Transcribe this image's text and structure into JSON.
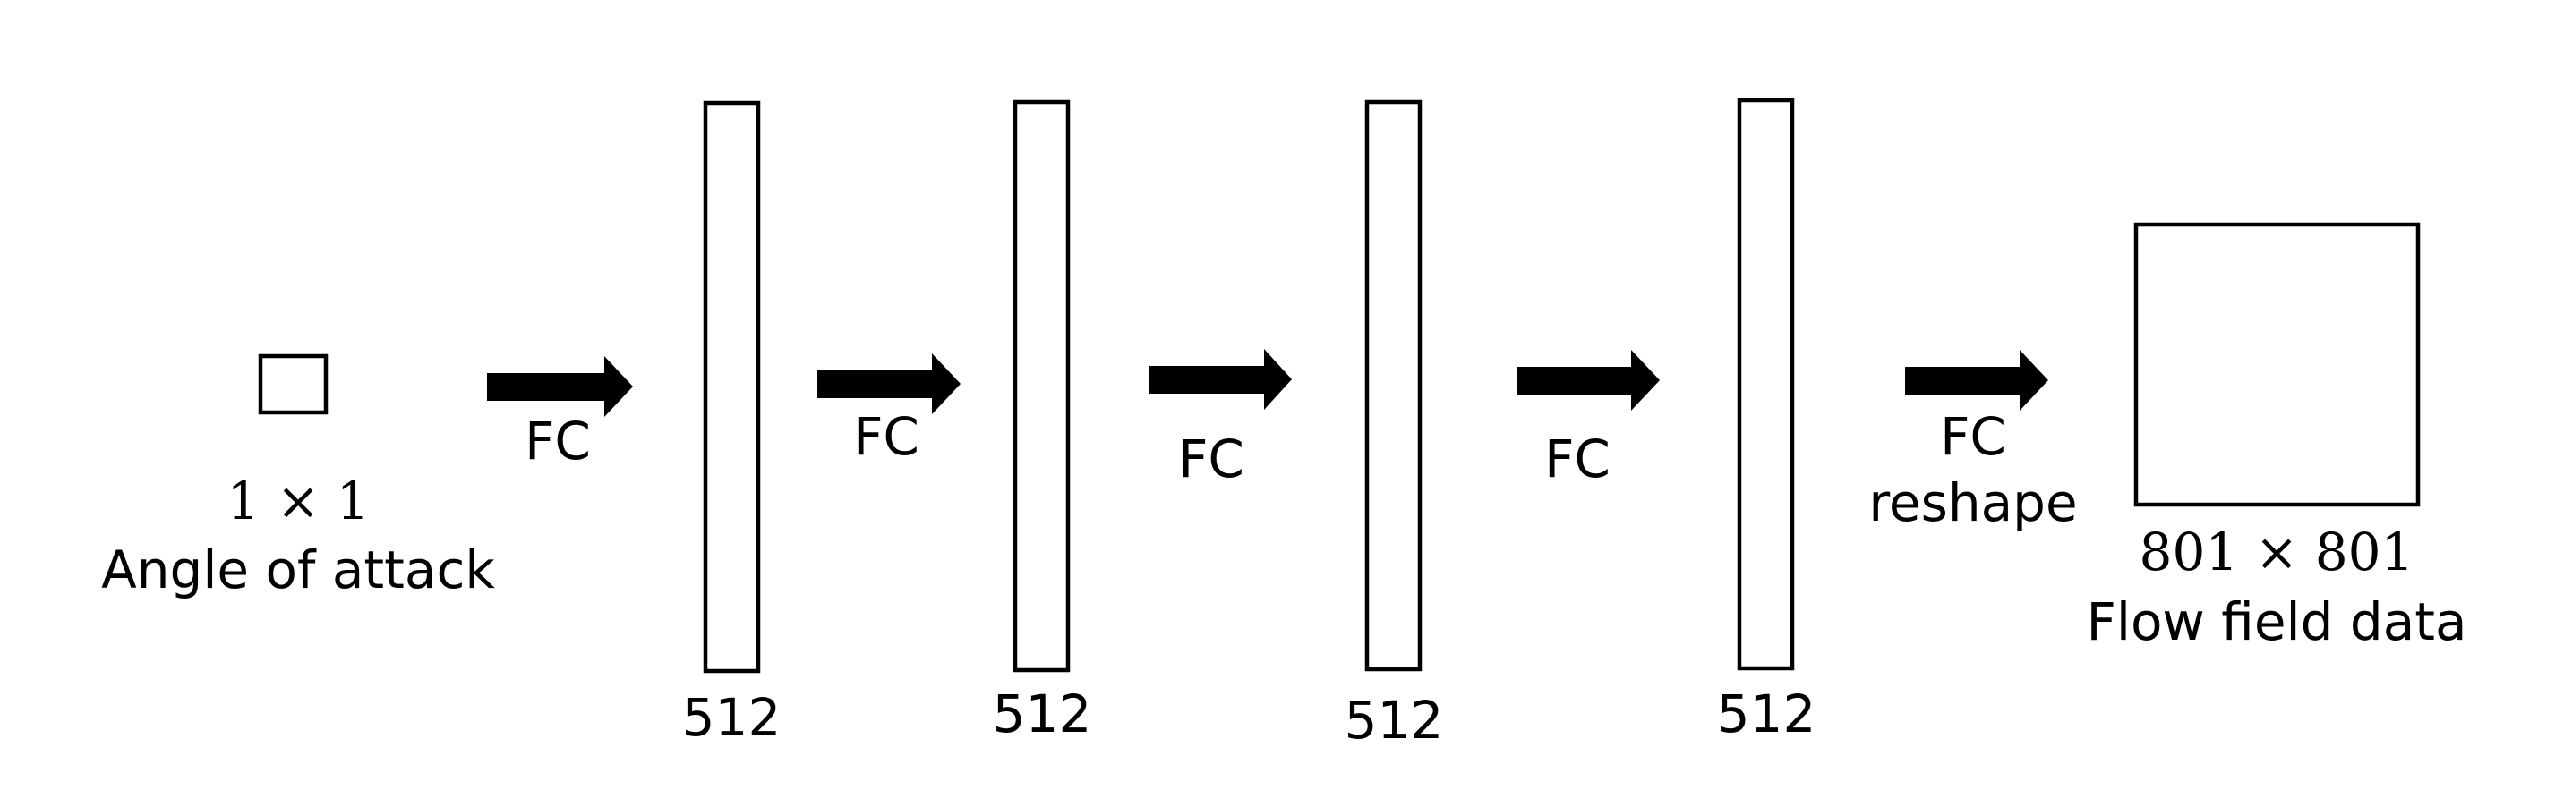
{
  "input": {
    "dims": "1 × 1",
    "label": "Angle of attack"
  },
  "layers": [
    {
      "size": "512"
    },
    {
      "size": "512"
    },
    {
      "size": "512"
    },
    {
      "size": "512"
    }
  ],
  "arrows": [
    {
      "label": "FC",
      "sublabel": ""
    },
    {
      "label": "FC",
      "sublabel": ""
    },
    {
      "label": "FC",
      "sublabel": ""
    },
    {
      "label": "FC",
      "sublabel": ""
    },
    {
      "label": "FC",
      "sublabel": "reshape"
    }
  ],
  "output": {
    "dims": "801 × 801",
    "label": "Flow field data"
  }
}
